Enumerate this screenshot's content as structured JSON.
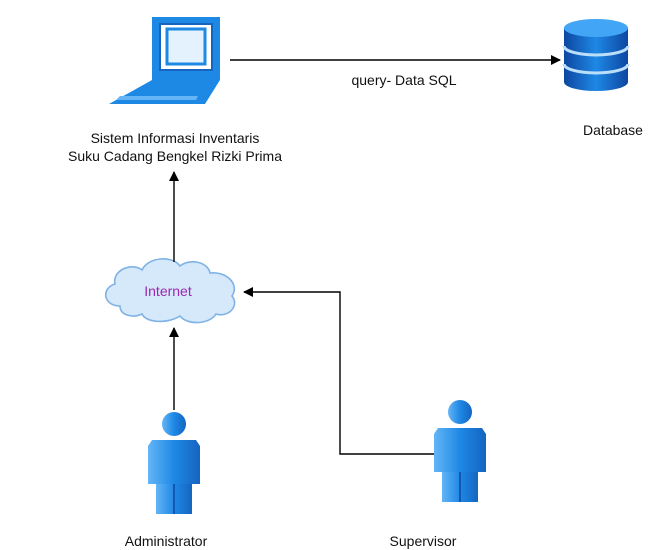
{
  "nodes": {
    "system": {
      "line1": "Sistem Informasi Inventaris",
      "line2": "Suku Cadang Bengkel Rizki Prima",
      "icon": "laptop-icon"
    },
    "database": {
      "label": "Database",
      "icon": "database-icon"
    },
    "internet": {
      "label": "Internet",
      "icon": "cloud-icon"
    },
    "administrator": {
      "label": "Administrator",
      "icon": "user-icon"
    },
    "supervisor": {
      "label": "Supervisor",
      "icon": "user-icon"
    }
  },
  "edges": {
    "query": {
      "label": "query- Data SQL"
    }
  },
  "colors": {
    "icon_blue": "#1e88e5",
    "icon_light": "#90caf9",
    "cloud_fill": "#d6e9fb",
    "cloud_stroke": "#7fb2e5",
    "internet_text": "#9c27b0",
    "line": "#000000"
  }
}
